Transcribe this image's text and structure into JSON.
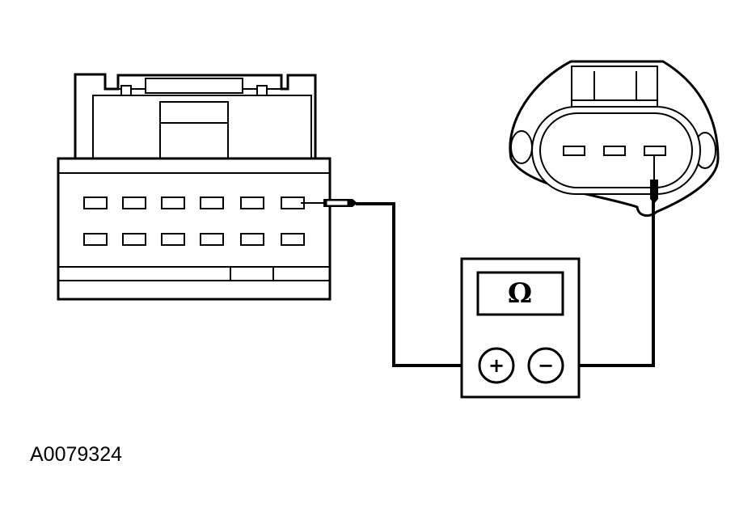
{
  "figure_id": "A0079324",
  "meter": {
    "symbol": "Ω",
    "positive": "+",
    "negative": "−"
  },
  "connector_left": {
    "pins_per_row": 6,
    "rows": 2
  },
  "connector_right": {
    "pins": 3
  },
  "colors": {
    "line": "#000000",
    "fill": "#ffffff"
  }
}
